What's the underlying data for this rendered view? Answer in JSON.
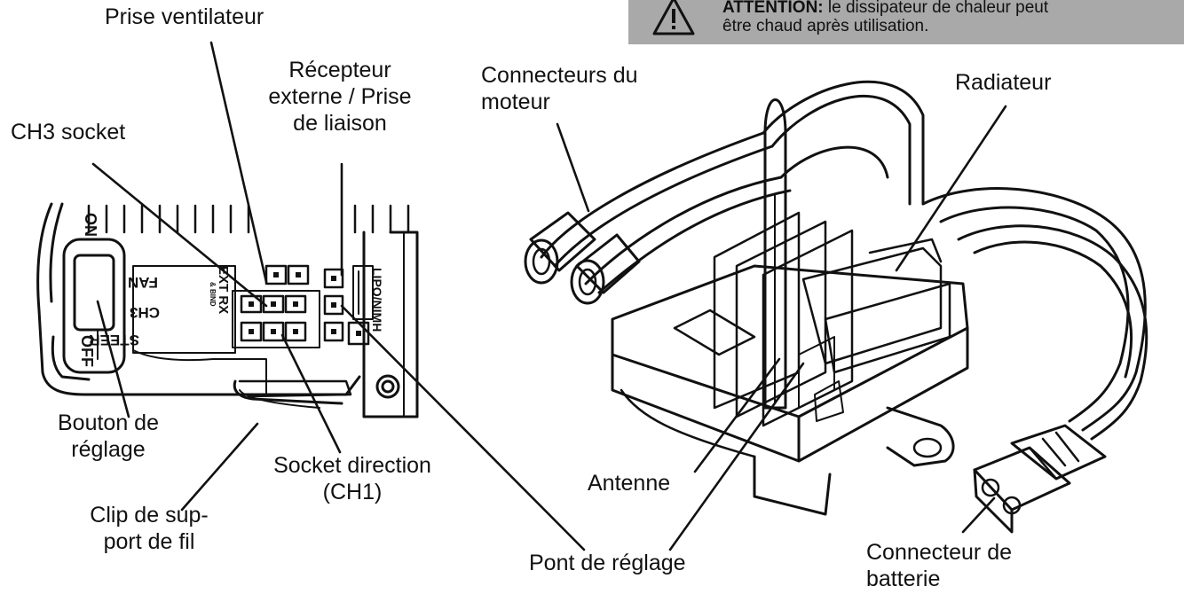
{
  "warning": {
    "strong": "ATTENTION:",
    "line1": " le dissipateur de chaleur peut",
    "line2": "être chaud après utilisation."
  },
  "labels": {
    "fan_socket": "Prise ventilateur",
    "ext_rx_l1": "Récepteur",
    "ext_rx_l2": "externe / Prise",
    "ext_rx_l3": "de liaison",
    "ch3_socket": "CH3 socket",
    "motor_l1": "Connecteurs du",
    "motor_l2": "moteur",
    "radiator": "Radiateur",
    "button_l1": "Bouton de",
    "button_l2": "réglage",
    "steer_l1": "Socket direction",
    "steer_l2": "(CH1)",
    "clip_l1": "Clip de sup-",
    "clip_l2": "port de fil",
    "antenna": "Antenne",
    "bridge": "Pont de réglage",
    "battery_l1": "Connecteur de",
    "battery_l2": "batterie"
  },
  "board_text": {
    "on": "ON",
    "off": "OFF",
    "fan": "FAN",
    "ch3": "CH3",
    "steer": "STEER",
    "ext_rx": "EXT RX",
    "bind": "& BIND",
    "lipo": "LIPO/NIMH"
  },
  "colors": {
    "warning_bg": "#a9a9a9",
    "line": "#111111"
  },
  "icons": [
    "warning-triangle-icon"
  ]
}
